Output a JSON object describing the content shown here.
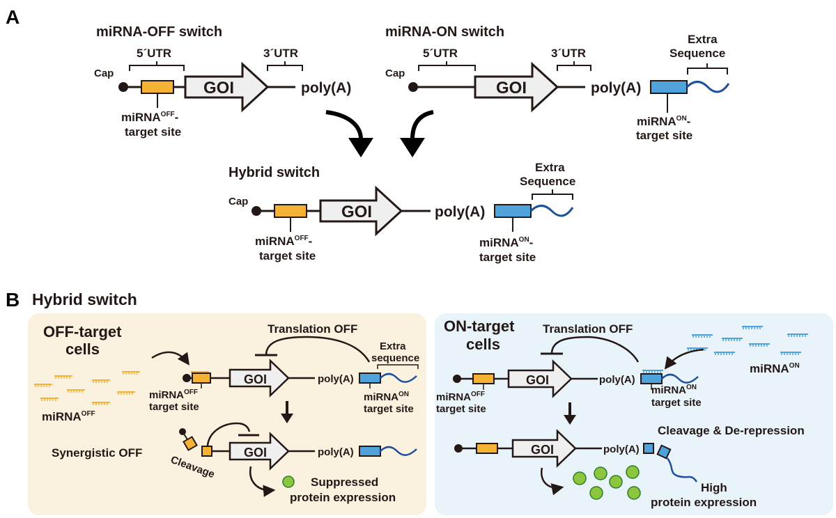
{
  "colors": {
    "orange": "#f5b335",
    "blue": "#4fa3da",
    "navy": "#1f4e9b",
    "green": "#8cc63f",
    "green_dark": "#2f7a2b",
    "offbg": "#fbf1df",
    "onbg": "#e8f3fa",
    "line": "#231815"
  },
  "panelA": {
    "letter": "A",
    "off_title": "miRNA-OFF switch",
    "on_title": "miRNA-ON switch",
    "hybrid_title": "Hybrid switch",
    "utr5": "5´UTR",
    "utr3": "3´UTR",
    "cap": "Cap",
    "goi": "GOI",
    "polya": "poly(A)",
    "extra_line1": "Extra",
    "extra_line2": "Sequence",
    "mirna": "miRNA",
    "sup_off": "OFF",
    "sup_on": "ON",
    "dash": "-",
    "target_site": "target site"
  },
  "panelB": {
    "letter": "B",
    "title": "Hybrid switch",
    "off": {
      "cells_line1": "OFF-target",
      "cells_line2": "cells",
      "translation_off": "Translation OFF",
      "extra_line1": "Extra",
      "extra_line2": "sequence",
      "mirna_label": "miRNA",
      "sup": "OFF",
      "synergistic": "Synergistic OFF",
      "cleavage": "Cleavage",
      "suppressed_line1": "Suppressed",
      "suppressed_line2": "protein expression"
    },
    "on": {
      "cells_line1": "ON-target",
      "cells_line2": "cells",
      "translation_off": "Translation OFF",
      "mirna_label": "miRNA",
      "sup": "ON",
      "cleavage_derepression": "Cleavage & De-repression",
      "high_line1": "High",
      "high_line2": "protein expression"
    },
    "goi": "GOI",
    "polya": "poly(A)",
    "mirna": "miRNA",
    "target_site": "target site",
    "sup_off": "OFF",
    "sup_on": "ON"
  }
}
